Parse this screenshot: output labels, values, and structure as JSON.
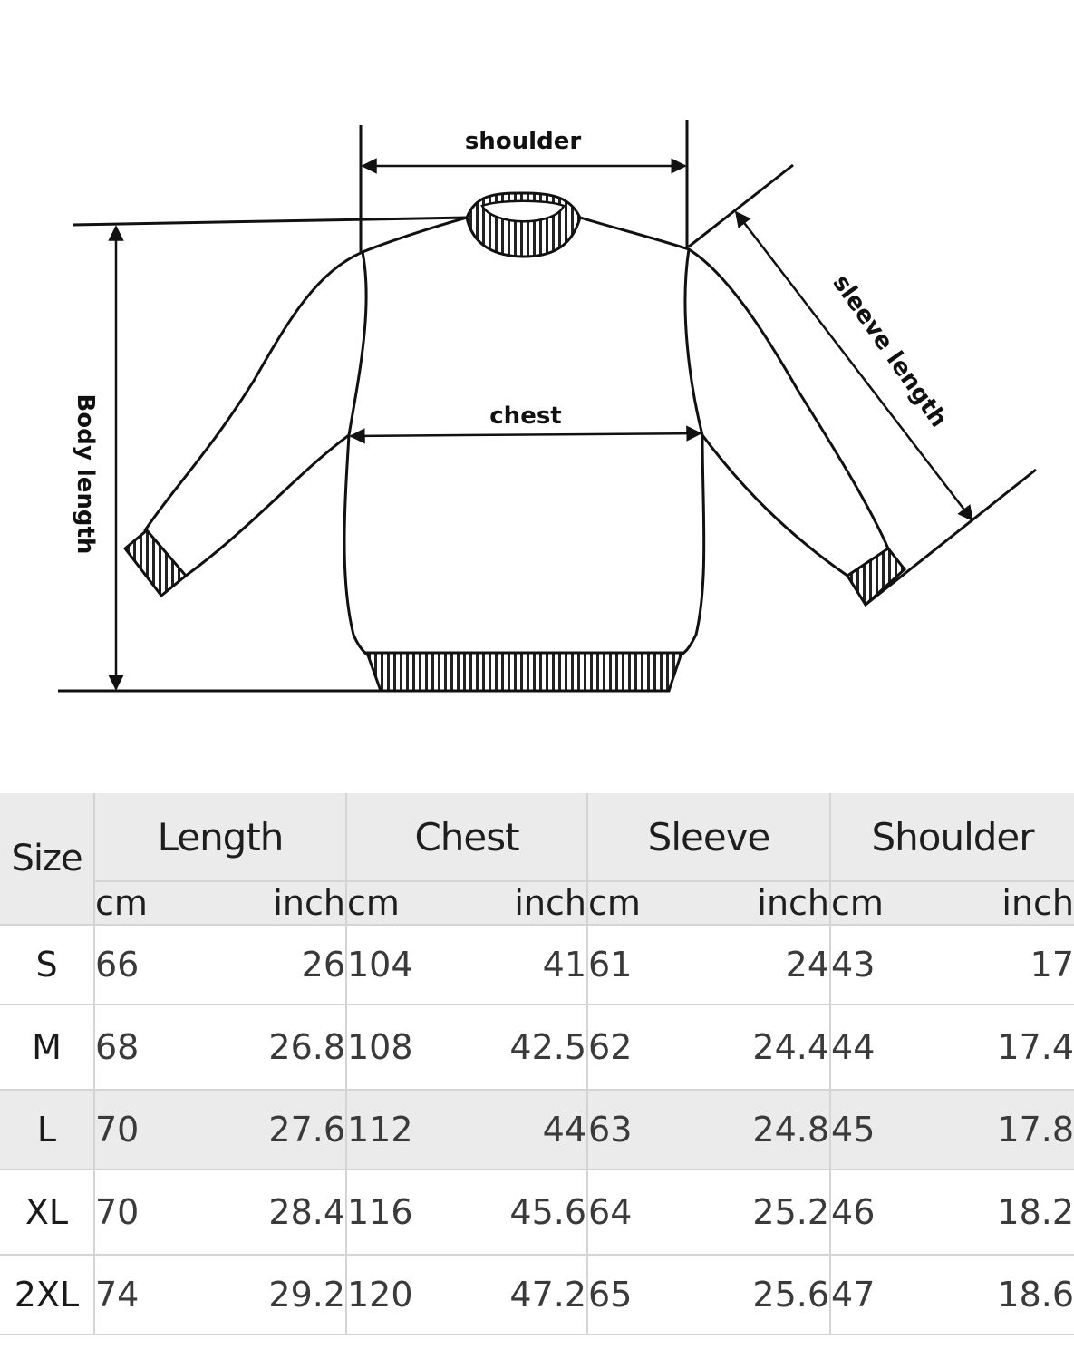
{
  "diagram": {
    "labels": {
      "shoulder": "shoulder",
      "chest": "chest",
      "sleeve_length": "sleeve length",
      "body_length": "Body length"
    }
  },
  "table": {
    "size_header": "Size",
    "groups": [
      "Length",
      "Chest",
      "Sleeve",
      "Shoulder"
    ],
    "units": [
      "cm",
      "inch",
      "cm",
      "inch",
      "cm",
      "inch",
      "cm",
      "inch"
    ],
    "rows": [
      {
        "size": "S",
        "values": [
          "66",
          "26",
          "104",
          "41",
          "61",
          "24",
          "43",
          "17"
        ]
      },
      {
        "size": "M",
        "values": [
          "68",
          "26.8",
          "108",
          "42.5",
          "62",
          "24.4",
          "44",
          "17.4"
        ]
      },
      {
        "size": "L",
        "values": [
          "70",
          "27.6",
          "112",
          "44",
          "63",
          "24.8",
          "45",
          "17.8"
        ]
      },
      {
        "size": "XL",
        "values": [
          "70",
          "28.4",
          "116",
          "45.6",
          "64",
          "25.2",
          "46",
          "18.2"
        ]
      },
      {
        "size": "2XL",
        "values": [
          "74",
          "29.2",
          "120",
          "47.2",
          "65",
          "25.6",
          "47",
          "18.6"
        ]
      }
    ]
  }
}
